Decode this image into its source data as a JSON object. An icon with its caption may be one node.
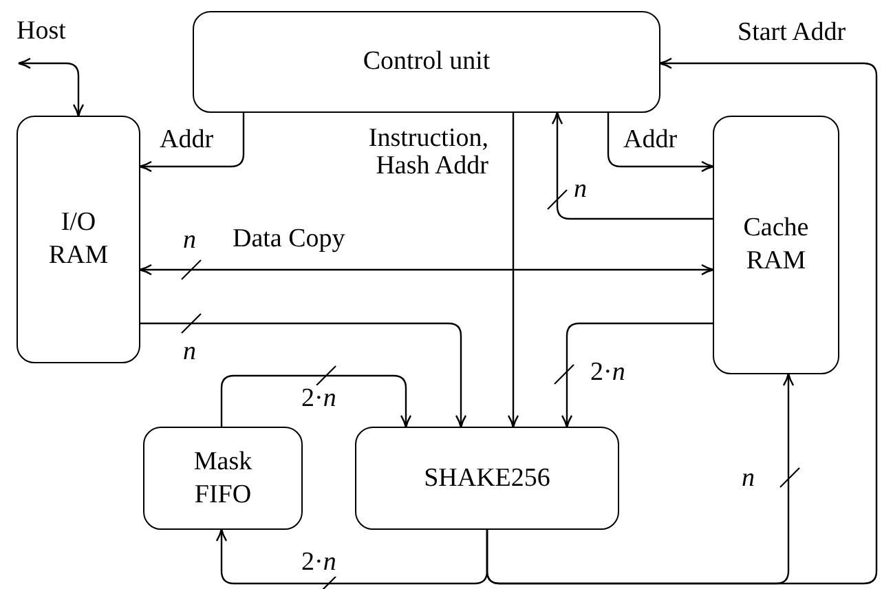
{
  "diagram": {
    "nodes": [
      {
        "text": [
          "Host"
        ]
      },
      {
        "text": [
          "Control unit"
        ]
      },
      {
        "text": [
          "I/O RAM"
        ]
      },
      {
        "text": [
          "Cache RAM"
        ]
      },
      {
        "text": [
          "Mask FIFO"
        ]
      },
      {
        "text": [
          "SHAKE256"
        ]
      }
    ],
    "edges": [
      {
        "from": 0,
        "to": 2,
        "arrow": "both"
      },
      {
        "from": 1,
        "to": 2,
        "arrow": "to",
        "label": "Addr"
      },
      {
        "from": 1,
        "to": 5,
        "arrow": "to",
        "label": "Instruction, Hash Addr"
      },
      {
        "from": 1,
        "to": 3,
        "arrow": "to",
        "label": "Addr"
      },
      {
        "from": 3,
        "to": 1,
        "arrow": "to",
        "label": "n"
      },
      {
        "from": 2,
        "to": 3,
        "arrow": "both",
        "label": "Data Copy"
      },
      {
        "from": 2,
        "to": 5,
        "arrow": "to",
        "label": "n"
      },
      {
        "from": 4,
        "to": 5,
        "arrow": "to",
        "label": "2·*n*"
      },
      {
        "from": 3,
        "to": 5,
        "arrow": "to",
        "label": "2·*n*"
      },
      {
        "from": 5,
        "to": 4,
        "arrow": "to",
        "label": "2·*n*"
      },
      {
        "from": 5,
        "to": 3,
        "arrow": "to",
        "label": "n"
      },
      {
        "from": 5,
        "to": 1,
        "arrow": "to",
        "label": "Start Addr"
      }
    ],
    "labels": [
      "n"
    ]
  }
}
